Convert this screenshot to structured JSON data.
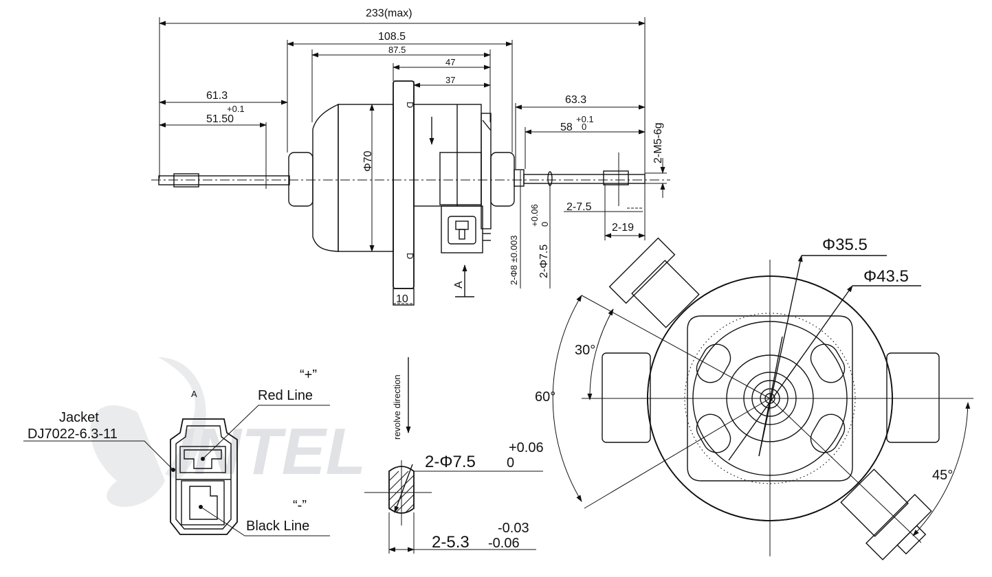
{
  "watermark": {
    "text": "INTEL",
    "colors": {
      "main": "#c9ccd1",
      "accent": "#b8d3ef"
    }
  },
  "side_view": {
    "dim_overall": "233(max)",
    "dim_108": "108.5",
    "dim_87": "87.5",
    "dim_47": "47",
    "dim_37": "37",
    "dim_61": "61.3",
    "tol_51": "+0.1",
    "dim_51": "51.50",
    "dim_63": "63.3",
    "tol_58": "+0.1",
    "dim_58": "58",
    "dim_58_zero": "0",
    "dim_thread": "2-M5-6g",
    "dim_phi70": "Φ70",
    "dim_phi8": "2-Φ8  ±0.003",
    "dim_phi75": "2-Φ7.5",
    "tol_phi75_up": "+0.06",
    "tol_phi75_low": "0",
    "dim_275": "2-7.5",
    "dim_219": "2-19",
    "dim_10": "10",
    "mark_d1": "D",
    "mark_d2": "D",
    "view_a": "A"
  },
  "connector": {
    "title": "A",
    "plus": "“+”",
    "red": "Red Line",
    "minus": "“-”",
    "black": "Black Line",
    "jacket": "Jacket",
    "jacket_part": "DJ7022-6.3-11"
  },
  "shaft_section": {
    "revolve": "revolve direction",
    "phi": "2-Φ7.5",
    "phi_up": "+0.06",
    "phi_low": "0",
    "flat": "2-5.3",
    "flat_up": "-0.03",
    "flat_low": "-0.06"
  },
  "front_view": {
    "phi355": "Φ35.5",
    "phi435": "Φ43.5",
    "ang30": "30°",
    "ang60": "60°",
    "ang45": "45°"
  }
}
